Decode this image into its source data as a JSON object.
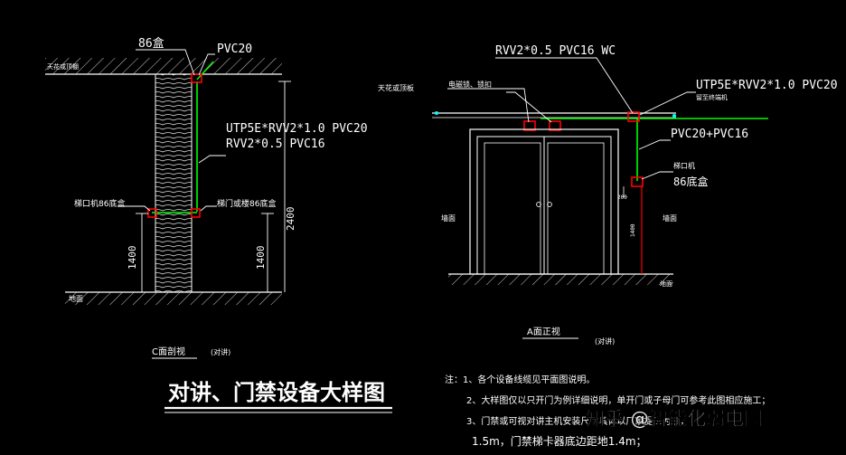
{
  "left_view": {
    "box_86": "86盒",
    "pvc20_top": "PVC20",
    "ceiling_label": "天花或顶棚",
    "cable_line1": "UTP5E*RVV2*1.0 PVC20",
    "cable_line2": "RVV2*0.5 PVC16",
    "panel_left": "梯口机86底盒",
    "panel_right": "梯门或楼86底盒",
    "dim_2400": "2400",
    "dim_1400_a": "1400",
    "dim_1400_b": "1400",
    "floor": "地面",
    "caption": "C面剖视",
    "caption_note": "(对讲)"
  },
  "right_view": {
    "cable_top": "RVV2*0.5 PVC16 WC",
    "ceiling_label": "天花或顶板",
    "lock_label": "电磁锁、锁扣",
    "cable_right": "UTP5E*RVV2*1.0 PVC20",
    "junction_label": "留至终端机",
    "conduit": "PVC20+PVC16",
    "reader_label": "梯口机",
    "reader_box": "86底盒",
    "dim_200": "200",
    "dim_1400": "1400",
    "wall_left": "墙面",
    "wall_right": "墙面",
    "floor": "地面",
    "caption": "A面正视",
    "caption_note": "(对讲)"
  },
  "title": "对讲、门禁设备大样图",
  "notes": {
    "n1": "注：1、各个设备线缆见平面图说明。",
    "n2": "2、大样图仅以只开门为例详细说明，单开门或子母门可参考此图相应施工；",
    "n3": "3、门禁或可视对讲主机安装尺寸具体以厂家提供为准，",
    "n4": "1.5m，门禁梯卡器底边距地1.4m；"
  },
  "watermark": "知乎 @智能化弱电圈",
  "colors": {
    "line": "#ffffff",
    "green": "#00ff00",
    "red": "#ff0000",
    "cyan": "#00ffff"
  }
}
